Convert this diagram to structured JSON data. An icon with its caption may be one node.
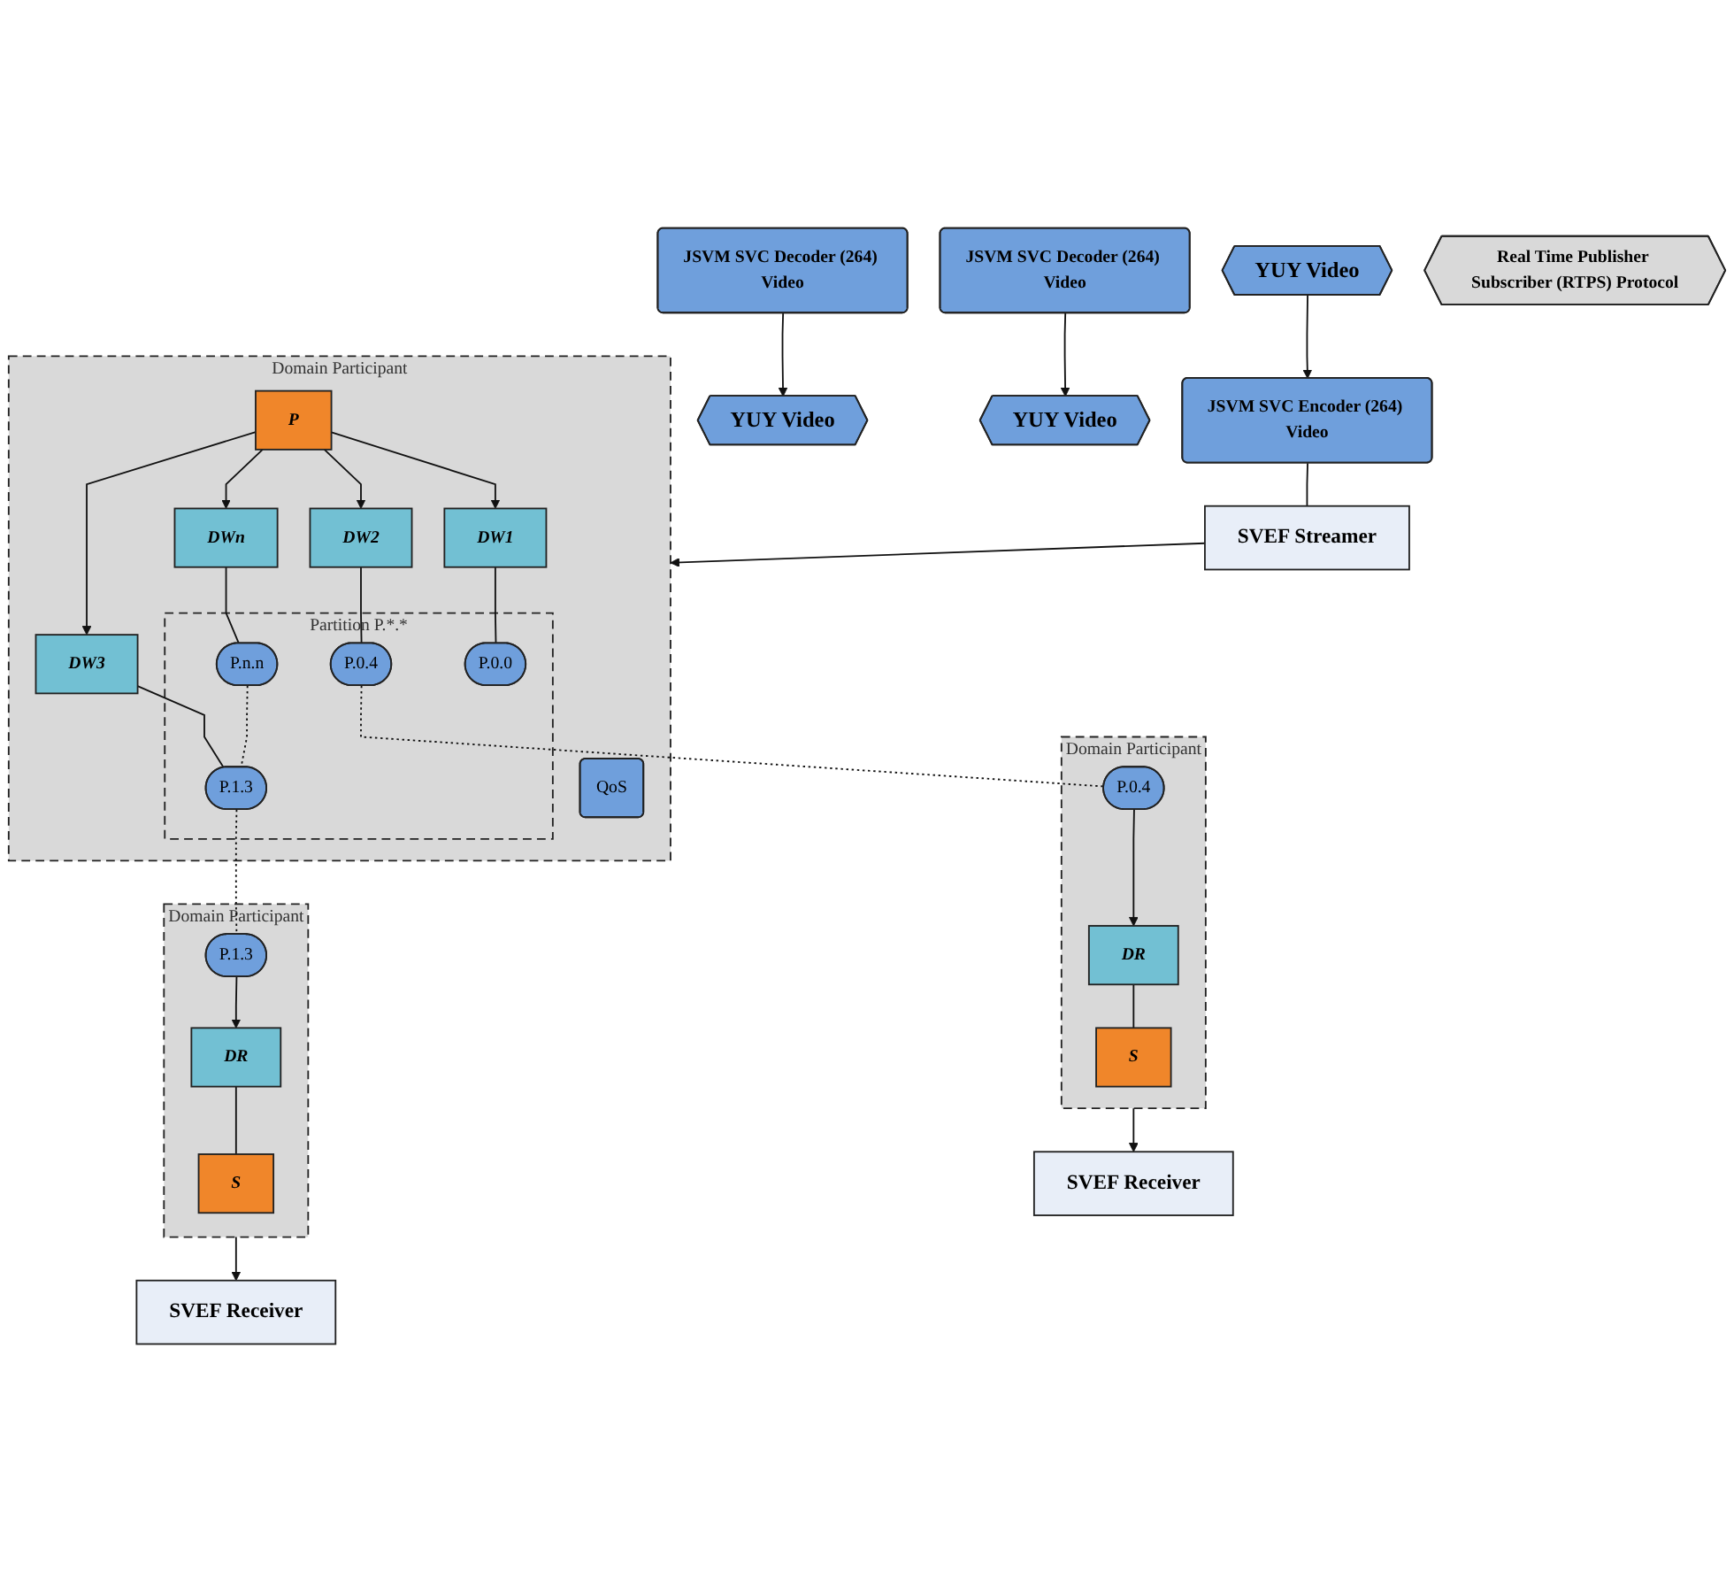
{
  "diagram": {
    "nodes": [
      {
        "text": [
          "YUY Video"
        ]
      },
      {
        "text": [
          "JSVM SVC Encoder (264) Video"
        ]
      },
      {
        "text": [
          "SVEF Streamer"
        ]
      },
      {
        "text": [
          "Domain Participant"
        ]
      },
      {
        "text": [
          "QoS"
        ],
        "in": 3
      },
      {
        "text": [
          "P"
        ],
        "in": 3
      },
      {
        "text": [
          "DWn"
        ],
        "in": 3
      },
      {
        "text": [
          "DW3"
        ],
        "in": 3
      },
      {
        "text": [
          "DW2"
        ],
        "in": 3
      },
      {
        "text": [
          "DW1"
        ],
        "in": 3
      },
      {
        "text": [
          "Partition P.*.*"
        ],
        "in": 3
      },
      {
        "text": [
          "P.n.n"
        ],
        "in": 10
      },
      {
        "text": [
          "P.1.3"
        ],
        "in": 10
      },
      {
        "text": [
          "P.0.4"
        ],
        "in": 10
      },
      {
        "text": [
          "P.0.0"
        ],
        "in": 10
      },
      {
        "text": [
          "YUY Video"
        ]
      },
      {
        "text": [
          "JSVM SVC Decoder (264) Video"
        ]
      },
      {
        "text": [
          "SVEF Receiver"
        ]
      },
      {
        "text": [
          "Domain Participant"
        ]
      },
      {
        "text": [
          "S"
        ],
        "in": 18
      },
      {
        "text": [
          "DR"
        ],
        "in": 18
      },
      {
        "text": [
          "P.0.4"
        ],
        "in": 18
      },
      {
        "text": [
          "YUY Video"
        ]
      },
      {
        "text": [
          "JSVM SVC Decoder (264) Video"
        ]
      },
      {
        "text": [
          "SVEF Receiver"
        ]
      },
      {
        "text": [
          "Domain Participant"
        ]
      },
      {
        "text": [
          "S"
        ],
        "in": 25
      },
      {
        "text": [
          "DR"
        ],
        "in": 25
      },
      {
        "text": [
          "P.1.3"
        ],
        "in": 25
      },
      {
        "text": [
          "Real Time Publisher Subscriber (RTPS) Protocol"
        ]
      }
    ],
    "edges": [
      {
        "from": 0,
        "to": 1,
        "arrow": "to"
      },
      {
        "from": 1,
        "to": 2,
        "arrow": "none"
      },
      {
        "from": 2,
        "to": 3,
        "arrow": "to"
      },
      {
        "from": 5,
        "to": 6,
        "arrow": "to"
      },
      {
        "from": 5,
        "to": 7,
        "arrow": "to"
      },
      {
        "from": 5,
        "to": 8,
        "arrow": "to"
      },
      {
        "from": 5,
        "to": 9,
        "arrow": "to"
      },
      {
        "from": 6,
        "to": 11,
        "arrow": "none"
      },
      {
        "from": 7,
        "to": 12,
        "arrow": "none"
      },
      {
        "from": 8,
        "to": 13,
        "arrow": "none"
      },
      {
        "from": 9,
        "to": 14,
        "arrow": "none"
      },
      {
        "from": 11,
        "to": 12,
        "arrow": "none",
        "style": "dashed"
      },
      {
        "from": 13,
        "to": 21,
        "arrow": "none",
        "style": "dashed"
      },
      {
        "from": 12,
        "to": 28,
        "arrow": "none",
        "style": "dashed"
      },
      {
        "from": 21,
        "to": 20,
        "arrow": "to"
      },
      {
        "from": 20,
        "to": 19,
        "arrow": "none"
      },
      {
        "from": 18,
        "to": 17,
        "arrow": "to"
      },
      {
        "from": 16,
        "to": 15,
        "arrow": "to"
      },
      {
        "from": 28,
        "to": 27,
        "arrow": "to"
      },
      {
        "from": 27,
        "to": 26,
        "arrow": "none"
      },
      {
        "from": 25,
        "to": 24,
        "arrow": "to"
      },
      {
        "from": 23,
        "to": 22,
        "arrow": "to"
      }
    ]
  }
}
